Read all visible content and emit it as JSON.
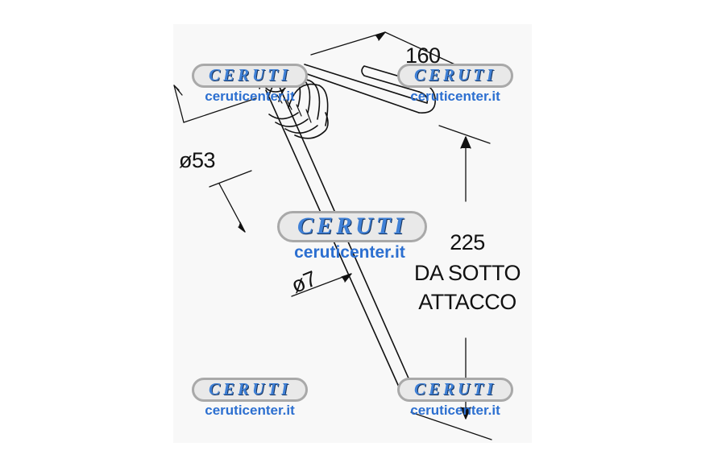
{
  "dimensions": {
    "width_label": "160",
    "coil_diameter_label": "ø53",
    "wire_diameter_label": "ø7",
    "length_label": "225",
    "length_note_line1": "DA SOTTO",
    "length_note_line2": "ATTACCO"
  },
  "watermark": {
    "brand": "CERUTI",
    "site": "ceruticenter.it"
  },
  "colors": {
    "line": "#111111",
    "watermark_blue": "#3f80d6",
    "watermark_border": "#a9a9a9"
  }
}
